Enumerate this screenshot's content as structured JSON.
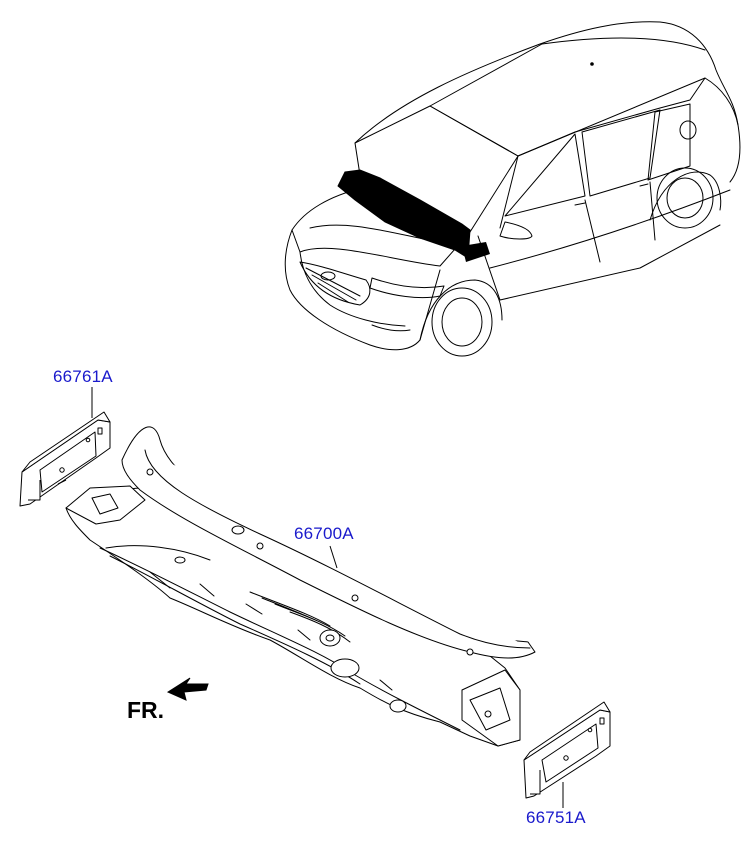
{
  "callouts": [
    {
      "id": "66761A",
      "label": "66761A"
    },
    {
      "id": "66700A",
      "label": "66700A"
    },
    {
      "id": "66751A",
      "label": "66751A"
    }
  ],
  "direction_indicator": {
    "label": "FR."
  },
  "colors": {
    "callout_text": "#1a1acc",
    "line_art": "#000000",
    "highlight_fill": "#000000",
    "background": "#ffffff"
  },
  "icons": {
    "vehicle": "sedan-car-illustration",
    "front_arrow": "front-direction-arrow-icon"
  }
}
